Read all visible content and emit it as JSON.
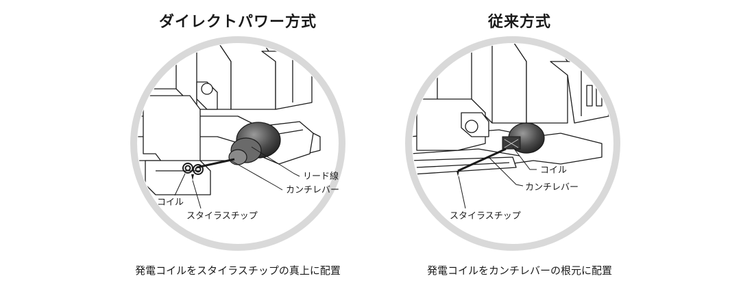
{
  "panels": [
    {
      "title": "ダイレクトパワー方式",
      "caption": "発電コイルをスタイラスチップの真上に配置",
      "callouts": {
        "lead_wire": "リード線",
        "cantilever": "カンチレバー",
        "coil": "コイル",
        "stylus_tip": "スタイラスチップ"
      }
    },
    {
      "title": "従来方式",
      "caption": "発電コイルをカンチレバーの根元に配置",
      "callouts": {
        "coil": "コイル",
        "cantilever": "カンチレバー",
        "stylus_tip": "スタイラスチップ"
      }
    }
  ],
  "colors": {
    "ring": "#d9d9d9",
    "line": "#1a1a1a",
    "metal": "#555555"
  }
}
